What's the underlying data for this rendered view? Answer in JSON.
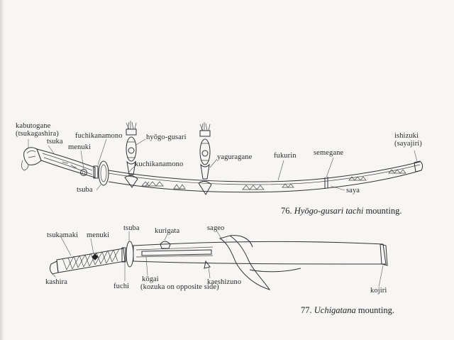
{
  "figure_76": {
    "number": "76.",
    "caption_italic": "Hyōgo-gusari tachi",
    "caption_rest": " mounting.",
    "labels": {
      "kabutogane": "kabutogane",
      "tsukagashira": "(tsukagashira)",
      "tsuka": "tsuka",
      "fuchikanamono": "fuchikanamono",
      "menuki": "menuki",
      "hyogo_gusari": "hyōgo-gusari",
      "kuchikanamono": "kuchikanamono",
      "yaguragane": "yaguragane",
      "fukurin": "fukurin",
      "semegane": "semegane",
      "ishizuki": "ishizuki",
      "sayajiri": "(sayajiri)",
      "tsuba": "tsuba",
      "saya": "saya"
    }
  },
  "figure_77": {
    "number": "77.",
    "caption_italic": "Uchigatana",
    "caption_rest": " mounting.",
    "labels": {
      "tsuba": "tsuba",
      "tsukamaki": "tsukamaki",
      "menuki": "menuki",
      "kurigata": "kurigata",
      "sageo": "sageo",
      "kashira": "kashira",
      "fuchi": "fuchi",
      "kogai": "kōgai",
      "kozuka_note": "(kozuka on opposite side)",
      "kaeshizuno": "kaeshizuno",
      "kojiri": "kojiri"
    }
  }
}
